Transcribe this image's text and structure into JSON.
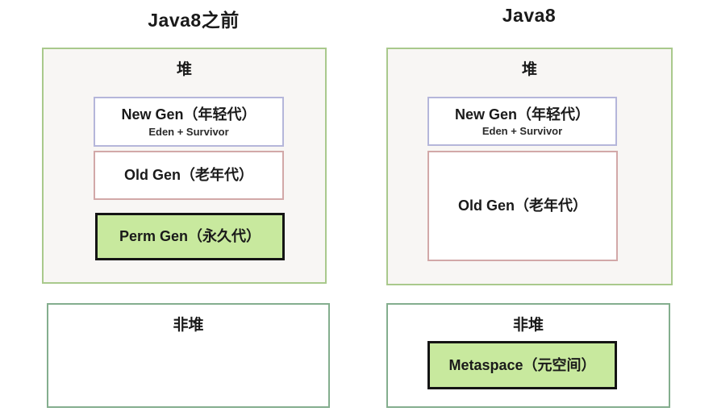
{
  "colors": {
    "heap_border": "#a9c98c",
    "heap_fill": "#f8f6f4",
    "non_heap_border": "#84ae8e",
    "non_heap_fill": "#ffffff",
    "new_gen_border": "#b5b6da",
    "old_gen_border": "#d2a8a8",
    "highlight_fill": "#c8e99e",
    "highlight_border": "#141414",
    "text": "#1a1a1a"
  },
  "panels": [
    {
      "title": "Java8之前",
      "heap": {
        "label": "堆",
        "new_gen": {
          "label": "New Gen（年轻代）",
          "sublabel": "Eden + Survivor"
        },
        "old_gen": {
          "label": "Old Gen（老年代）"
        },
        "perm_gen": {
          "label": "Perm Gen（永久代）"
        }
      },
      "non_heap": {
        "label": "非堆"
      }
    },
    {
      "title": "Java8",
      "heap": {
        "label": "堆",
        "new_gen": {
          "label": "New Gen（年轻代）",
          "sublabel": "Eden + Survivor"
        },
        "old_gen": {
          "label": "Old Gen（老年代）"
        }
      },
      "non_heap": {
        "label": "非堆",
        "metaspace": {
          "label": "Metaspace（元空间）"
        }
      }
    }
  ]
}
